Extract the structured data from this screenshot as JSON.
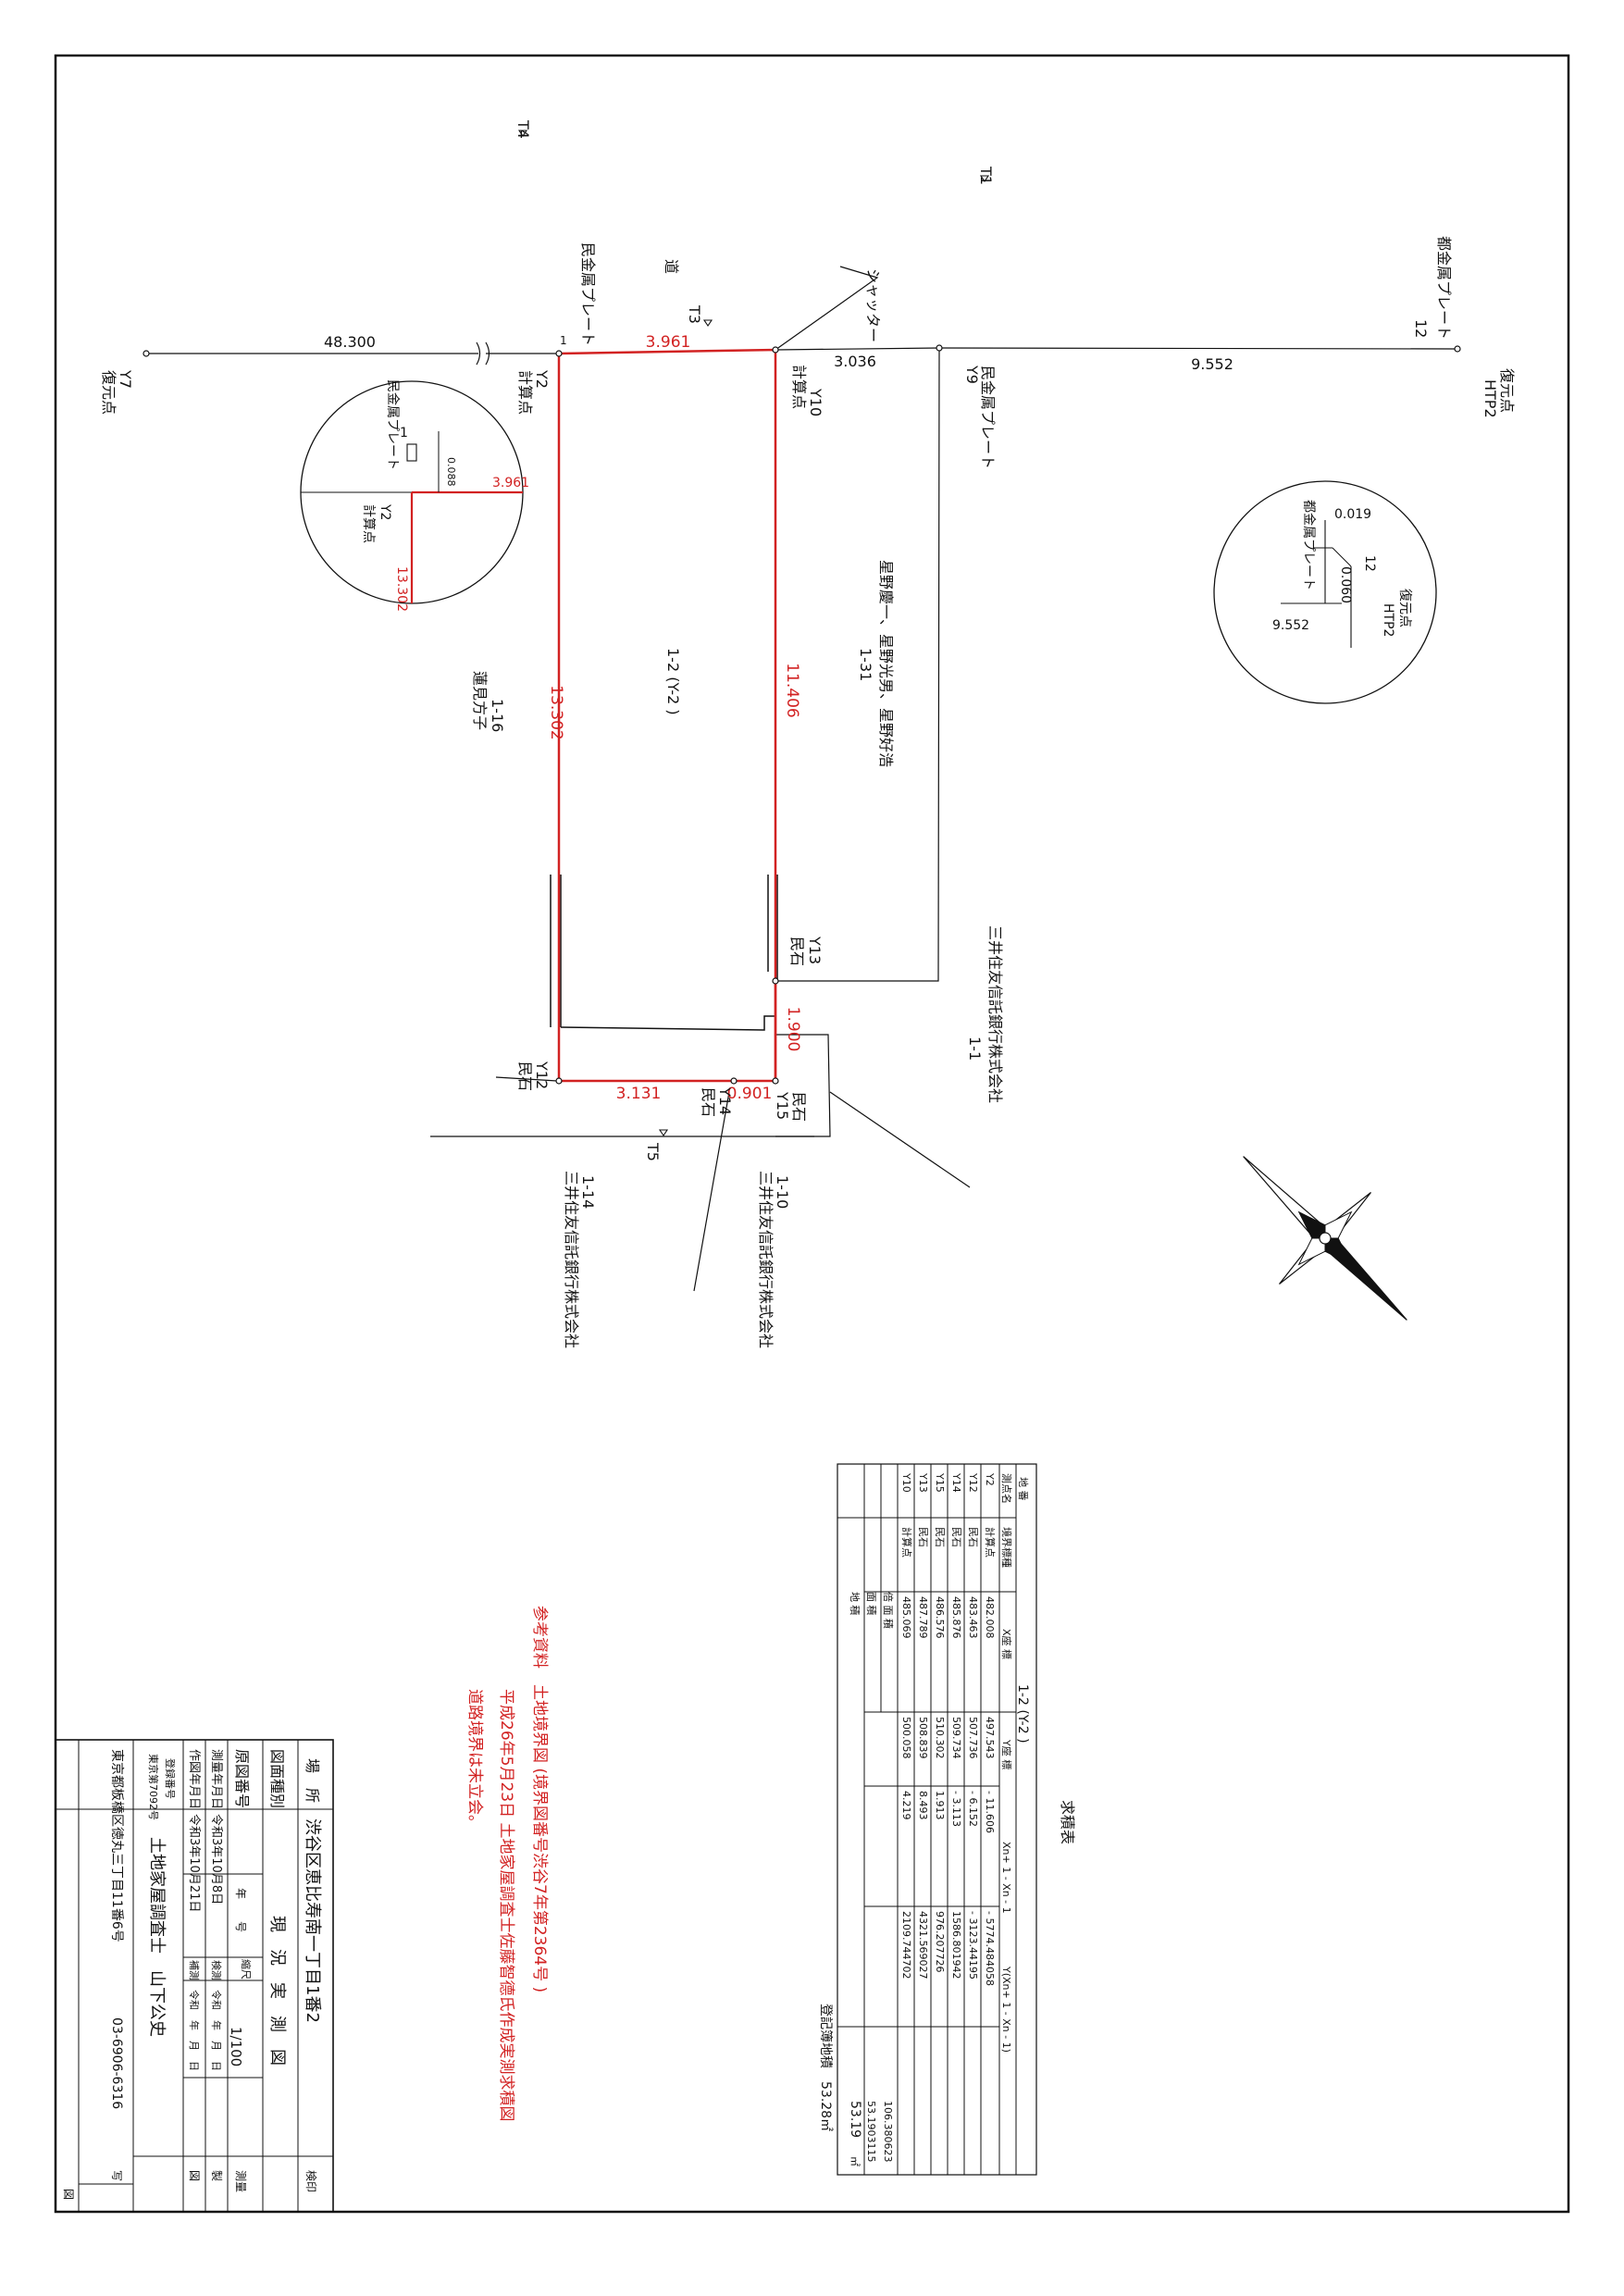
{
  "parcel": {
    "dims": {
      "north": "3.961",
      "west": "13.302",
      "east": "11.406",
      "south": "3.131",
      "south_short": "0.901",
      "notch": "1.900"
    },
    "label": "1-2 (Y-2 )"
  },
  "road": {
    "label": "道",
    "dim_left": "48.300",
    "dim_mid": "3.036",
    "dim_right": "9.552"
  },
  "points": {
    "y7": {
      "id": "Y7",
      "kind": "復元点"
    },
    "y2": {
      "id": "Y2",
      "kind": "計算点"
    },
    "y10": {
      "id": "Y10",
      "kind": "計算点"
    },
    "y9": {
      "id": "Y9",
      "kind": "民金属プレート"
    },
    "y13": {
      "id": "Y13",
      "kind": "民石"
    },
    "y12": {
      "id": "Y12",
      "kind": "民石"
    },
    "y14": {
      "id": "Y14",
      "kind": "民石"
    },
    "y15": {
      "id": "Y15",
      "kind": "民石"
    },
    "htp2": {
      "id": "HTP2",
      "kind": "復元点"
    },
    "t1": "T1",
    "t3": "T3",
    "t4": "T4",
    "t5": "T5",
    "one": "1",
    "twelve": "12"
  },
  "labels": {
    "min_plate": "民金属プレート",
    "to_plate": "都金属プレート",
    "shutter": "シャッター",
    "nbr_131_no": "1-31",
    "nbr_131_owner": "星野慶一、星野光男、星野好浩",
    "nbr_116_no": "1-16",
    "nbr_116_owner": "蓮見方子",
    "nbr_11_no": "1-1",
    "nbr_11_owner": "三井住友信託銀行株式会社",
    "nbr_110_no": "1-10",
    "nbr_110_owner": "三井住友信託銀行株式会社",
    "nbr_114_no": "1-14",
    "nbr_114_owner": "三井住友信託銀行株式会社"
  },
  "detail_left": {
    "label_1": "1",
    "plate": "民金属プレート",
    "d1": "0.088",
    "d2": "3.961",
    "d3": "13.302",
    "pt": "Y2",
    "kind": "計算点"
  },
  "detail_right": {
    "plate": "都金属プレート",
    "d1": "0.019",
    "d2": "0.060",
    "d3": "9.552",
    "n12": "12",
    "pt": "HTP2",
    "kind": "復元点"
  },
  "area_table": {
    "title": "求積表",
    "parcel_header": "地 番",
    "parcel": "1-2 (Y-2 )",
    "columns": [
      "測点名",
      "境界標種",
      "X座 標",
      "Y座 標",
      "Xn+ 1 - Xn - 1",
      "Y(Xn+ 1 - Xn - 1)"
    ],
    "rows": [
      [
        "Y2",
        "計算点",
        "482.008",
        "497.543",
        "- 11.606",
        "- 5774.484058"
      ],
      [
        "Y12",
        "民石",
        "483.463",
        "507.736",
        "- 6.152",
        "- 3123.44195"
      ],
      [
        "Y14",
        "民石",
        "485.876",
        "509.734",
        "- 3.113",
        "1586.801942"
      ],
      [
        "Y15",
        "民石",
        "486.576",
        "510.302",
        "1.913",
        "976.207726"
      ],
      [
        "Y13",
        "民石",
        "487.789",
        "508.839",
        "8.493",
        "4321.569027"
      ],
      [
        "Y10",
        "計算点",
        "485.069",
        "500.058",
        "4.219",
        "2109.744702"
      ]
    ],
    "double_area_label": "倍 面 積",
    "double_area": "106.380623",
    "area_label": "面 積",
    "area": "53.1903115",
    "land_area_label": "地 積",
    "land_area": "53.19",
    "unit": "㎡",
    "registry_area": "登記簿地積　53.28㎡"
  },
  "reference": {
    "line1": "参考資料　土地境界図 (境界図番号渋谷7年第2364号 )",
    "line2": "平成26年5月23日 土地家屋調査士佐藤智德氏作成実測求積図",
    "line3": "道路境界は未立会。"
  },
  "title_block": {
    "place_label": "場　所",
    "place": "渋谷区恵比寿南一丁目1番2",
    "approval_label": "検印",
    "type_label": "図面種別",
    "type": "現　況　実　測　図",
    "original_label": "原図番号",
    "original_value": "年　　号",
    "scale_label": "縮尺",
    "scale": "1/100",
    "survey_label": "測量",
    "survey_date_label": "測量年月日",
    "survey_date": "令和3年10月8日",
    "check_label": "検測",
    "check_date": "令和　年　月　日",
    "check_mark": "製",
    "drawn_date_label": "作図年月日",
    "drawn_date": "令和3年10月21日",
    "fix_label": "補測",
    "fix_date": "令和　年　月　日",
    "fig_label": "図",
    "reg_label": "登録番号",
    "reg_no": "東京第7092号",
    "surveyor": "土地家屋調査士　山下公史",
    "address": "東京都板橋区徳丸三丁目11番6号",
    "phone": "03-6906-6316",
    "copy_label": "写",
    "fig2_label": "図"
  },
  "colors": {
    "boundary": "#d22222",
    "line": "#111111"
  }
}
